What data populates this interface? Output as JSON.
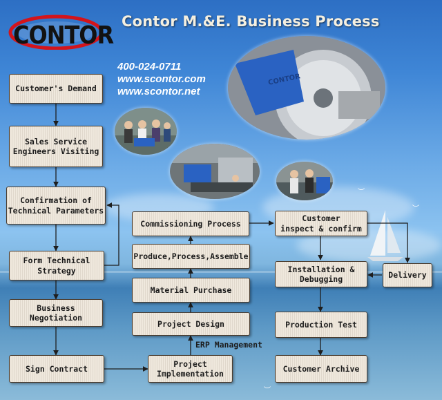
{
  "header": {
    "logo_text": "CONTOR",
    "title": "Contor M.&E. Business Process",
    "phone": "400-024-0711",
    "website1": "www.scontor.com",
    "website2": "www.scontor.net"
  },
  "steps": {
    "customers_demand": "Customer's Demand",
    "sales_service": "Sales Service\nEngineers Visiting",
    "confirmation": "Confirmation of\nTechnical Parameters",
    "form_strategy": "Form Technical\nStrategy",
    "business_negotiation": "Business Negotiation",
    "sign_contract": "Sign Contract",
    "project_implementation": "Project\nImplementation",
    "project_design": "Project Design",
    "material_purchase": "Material Purchase",
    "produce": "Produce,Process,Assemble",
    "commissioning": "Commissioning Process",
    "customer_inspect": "Customer\ninspect & confirm",
    "installation": "Installation &\nDebugging",
    "delivery": "Delivery",
    "production_test": "Production Test",
    "customer_archive": "Customer Archive"
  },
  "erp_label": "ERP Management",
  "machine_label": "CONTOR",
  "colors": {
    "logo_red": "#d4141b",
    "box_fill": "#efe8dd",
    "box_border": "#4a3d30",
    "title_text": "#f4efe0"
  }
}
